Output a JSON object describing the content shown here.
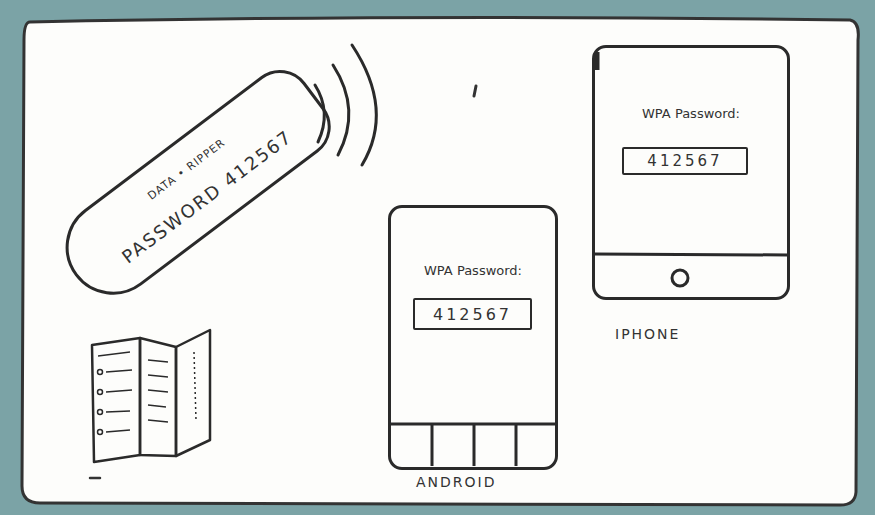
{
  "diagram": {
    "nodes": [
      {
        "text": [
          "DATA • RIPPER",
          "PASSWORD 412567"
        ]
      },
      {
        "text": [
          "WPA Password:",
          "IPHONE"
        ]
      },
      {
        "text": [
          "412567"
        ],
        "in": 1
      },
      {
        "text": [
          "WPA Password:",
          "ANDROID"
        ]
      },
      {
        "text": [
          "412567"
        ],
        "in": 3
      }
    ]
  }
}
